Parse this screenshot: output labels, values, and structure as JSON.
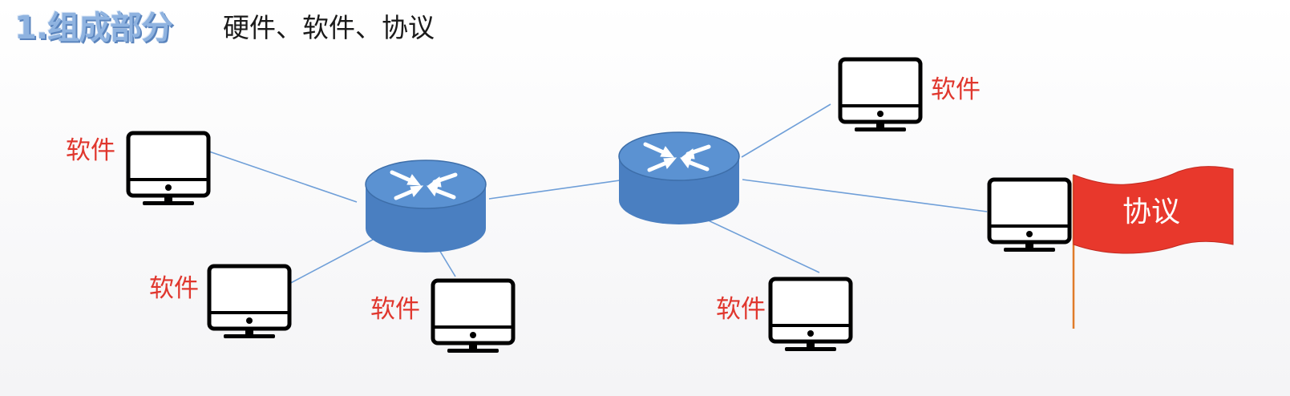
{
  "header": {
    "title": "1.组成部分",
    "subtitle": "硬件、软件、协议"
  },
  "diagram": {
    "software_label": "软件",
    "protocol_flag_label": "协议",
    "colors": {
      "link": "#6f9fd8",
      "router_body": "#4a7fc1",
      "router_top": "#5b92d2",
      "label": "#e0372e",
      "flag": "#e8382c",
      "flag_pole": "#e07b2a"
    }
  }
}
